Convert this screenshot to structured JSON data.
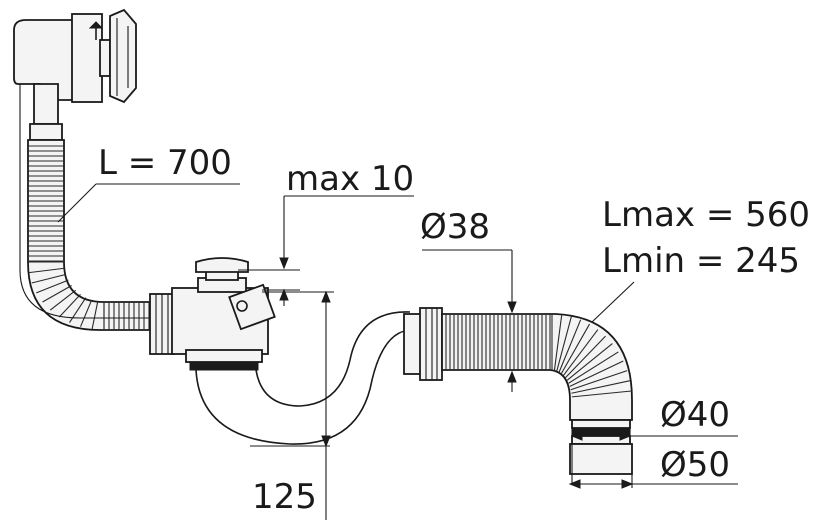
{
  "labels": {
    "overflow_length": "L = 700",
    "max_gap": "max 10",
    "pipe_diameter": "Ø38",
    "flex_max": "Lmax = 560",
    "flex_min": "Lmin = 245",
    "outlet_inner": "Ø40",
    "outlet_outer": "Ø50",
    "trap_depth": "125"
  },
  "colors": {
    "line": "#1a1a1a",
    "fill": "#f4f4f4",
    "background": "#ffffff"
  }
}
